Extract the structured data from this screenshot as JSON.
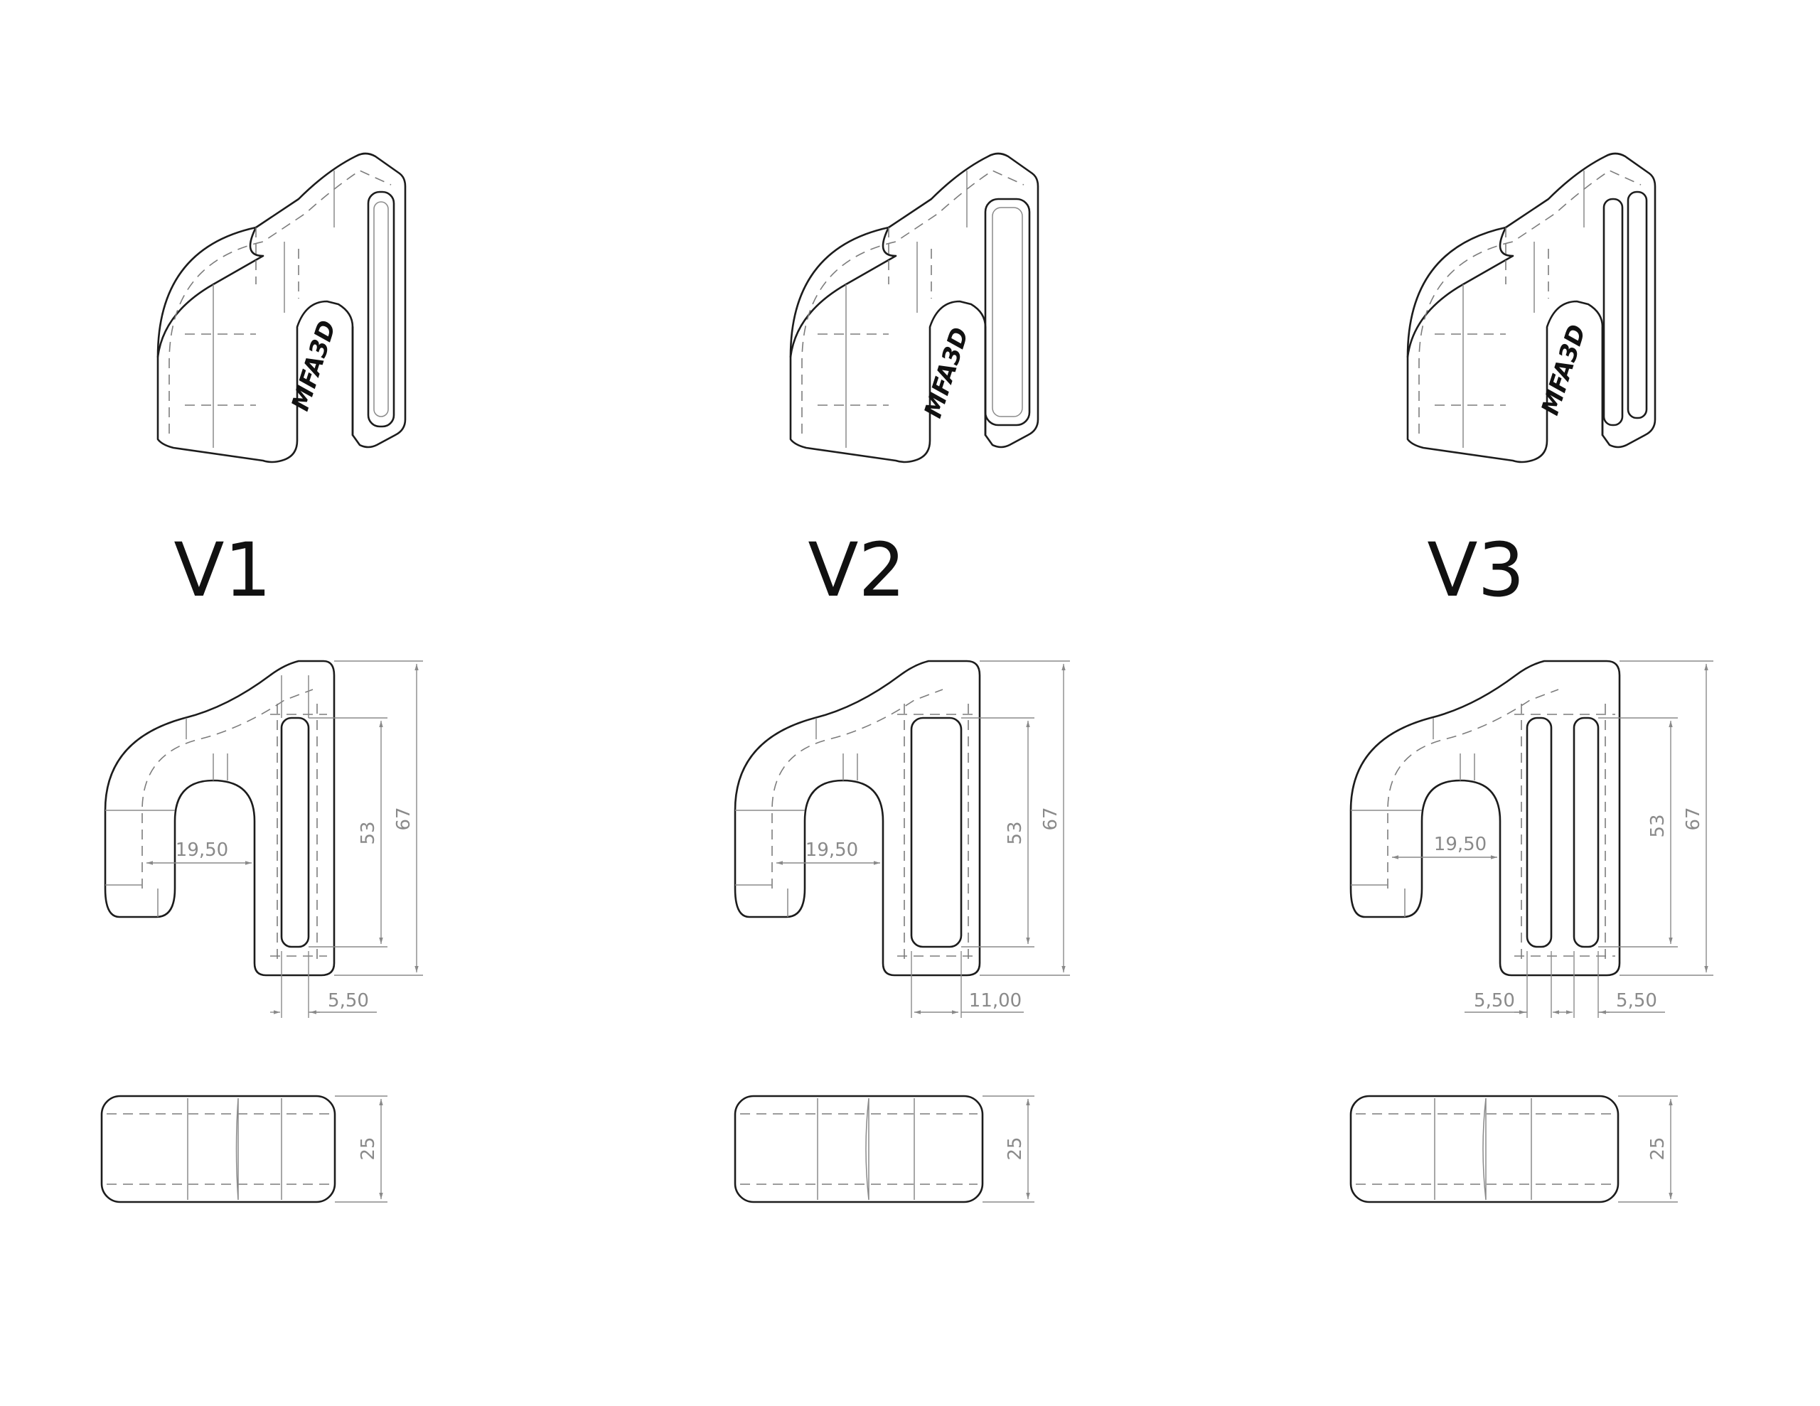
{
  "variants": [
    {
      "label": "V1",
      "logo": "MFA3D",
      "dims": {
        "gap": "19,50",
        "inner_height": "53",
        "total_height": "67",
        "bar_width": "5,50",
        "thickness": "25"
      }
    },
    {
      "label": "V2",
      "logo": "MFA3D",
      "dims": {
        "gap": "19,50",
        "inner_height": "53",
        "total_height": "67",
        "slot_width": "11,00",
        "thickness": "25"
      }
    },
    {
      "label": "V3",
      "logo": "MFA3D",
      "dims": {
        "gap": "19,50",
        "inner_height": "53",
        "total_height": "67",
        "bar_left": "5,50",
        "bar_right": "5,50",
        "thickness": "25"
      }
    }
  ]
}
